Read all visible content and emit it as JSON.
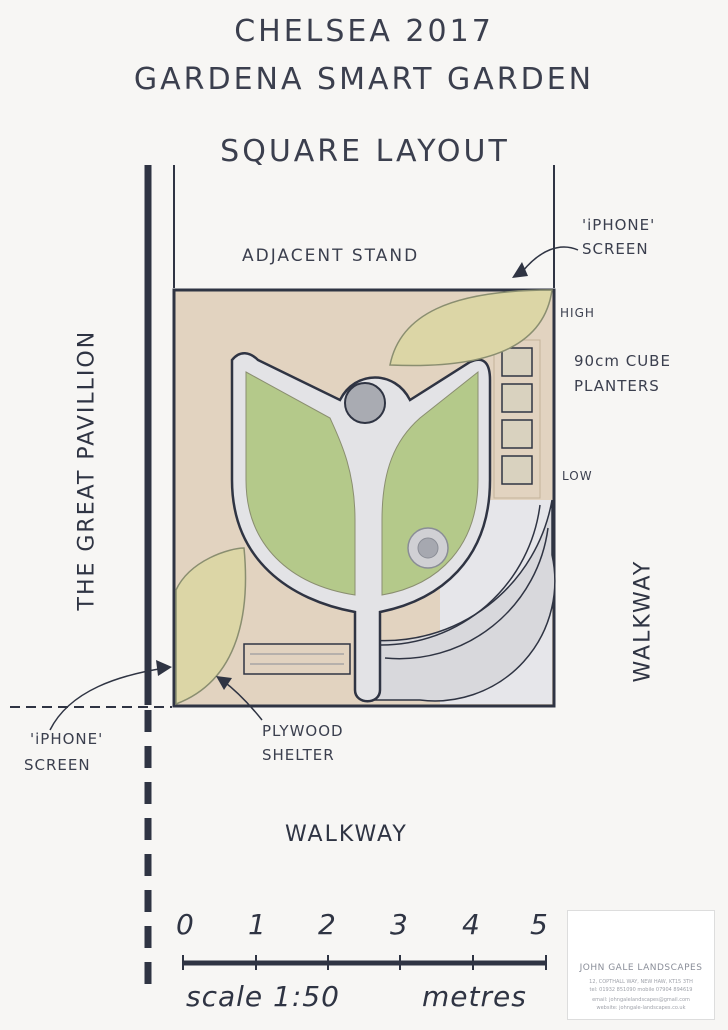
{
  "title": {
    "line1": "CHELSEA 2017",
    "line2": "GARDENA SMART GARDEN",
    "line3": "SQUARE LAYOUT"
  },
  "labels": {
    "adjacent_stand": "ADJACENT STAND",
    "iphone_screen_top_1": "'iPHONE'",
    "iphone_screen_top_2": "SCREEN",
    "high": "HIGH",
    "cube_planters_1": "90cm CUBE",
    "cube_planters_2": "PLANTERS",
    "low": "LOW",
    "great_pavillion": "THE GREAT PAVILLION",
    "walkway_right": "WALKWAY",
    "walkway_bottom": "WALKWAY",
    "iphone_screen_bottom_1": "'iPHONE'",
    "iphone_screen_bottom_2": "SCREEN",
    "plywood_1": "PLYWOOD",
    "plywood_2": "SHELTER"
  },
  "scale": {
    "ticks": [
      "0",
      "1",
      "2",
      "3",
      "4",
      "5"
    ],
    "caption": "scale 1:50",
    "unit": "metres"
  },
  "logo": {
    "name": "JOHN GALE LANDSCAPES",
    "address": "12, COPTHALL WAY, NEW HAW, KT15 3TH",
    "phone": "tel: 01932 851090    mobile 07904 894619",
    "email": "email: johngalelandscapes@gmail.com",
    "website": "website: johngale-landscapes.co.uk"
  },
  "colors": {
    "lawn": "#b4c98a",
    "paving": "#e2d3c0",
    "path": "#e3e3e6",
    "outline": "#2f3443",
    "leaf_screen": "#dcd6a6"
  }
}
